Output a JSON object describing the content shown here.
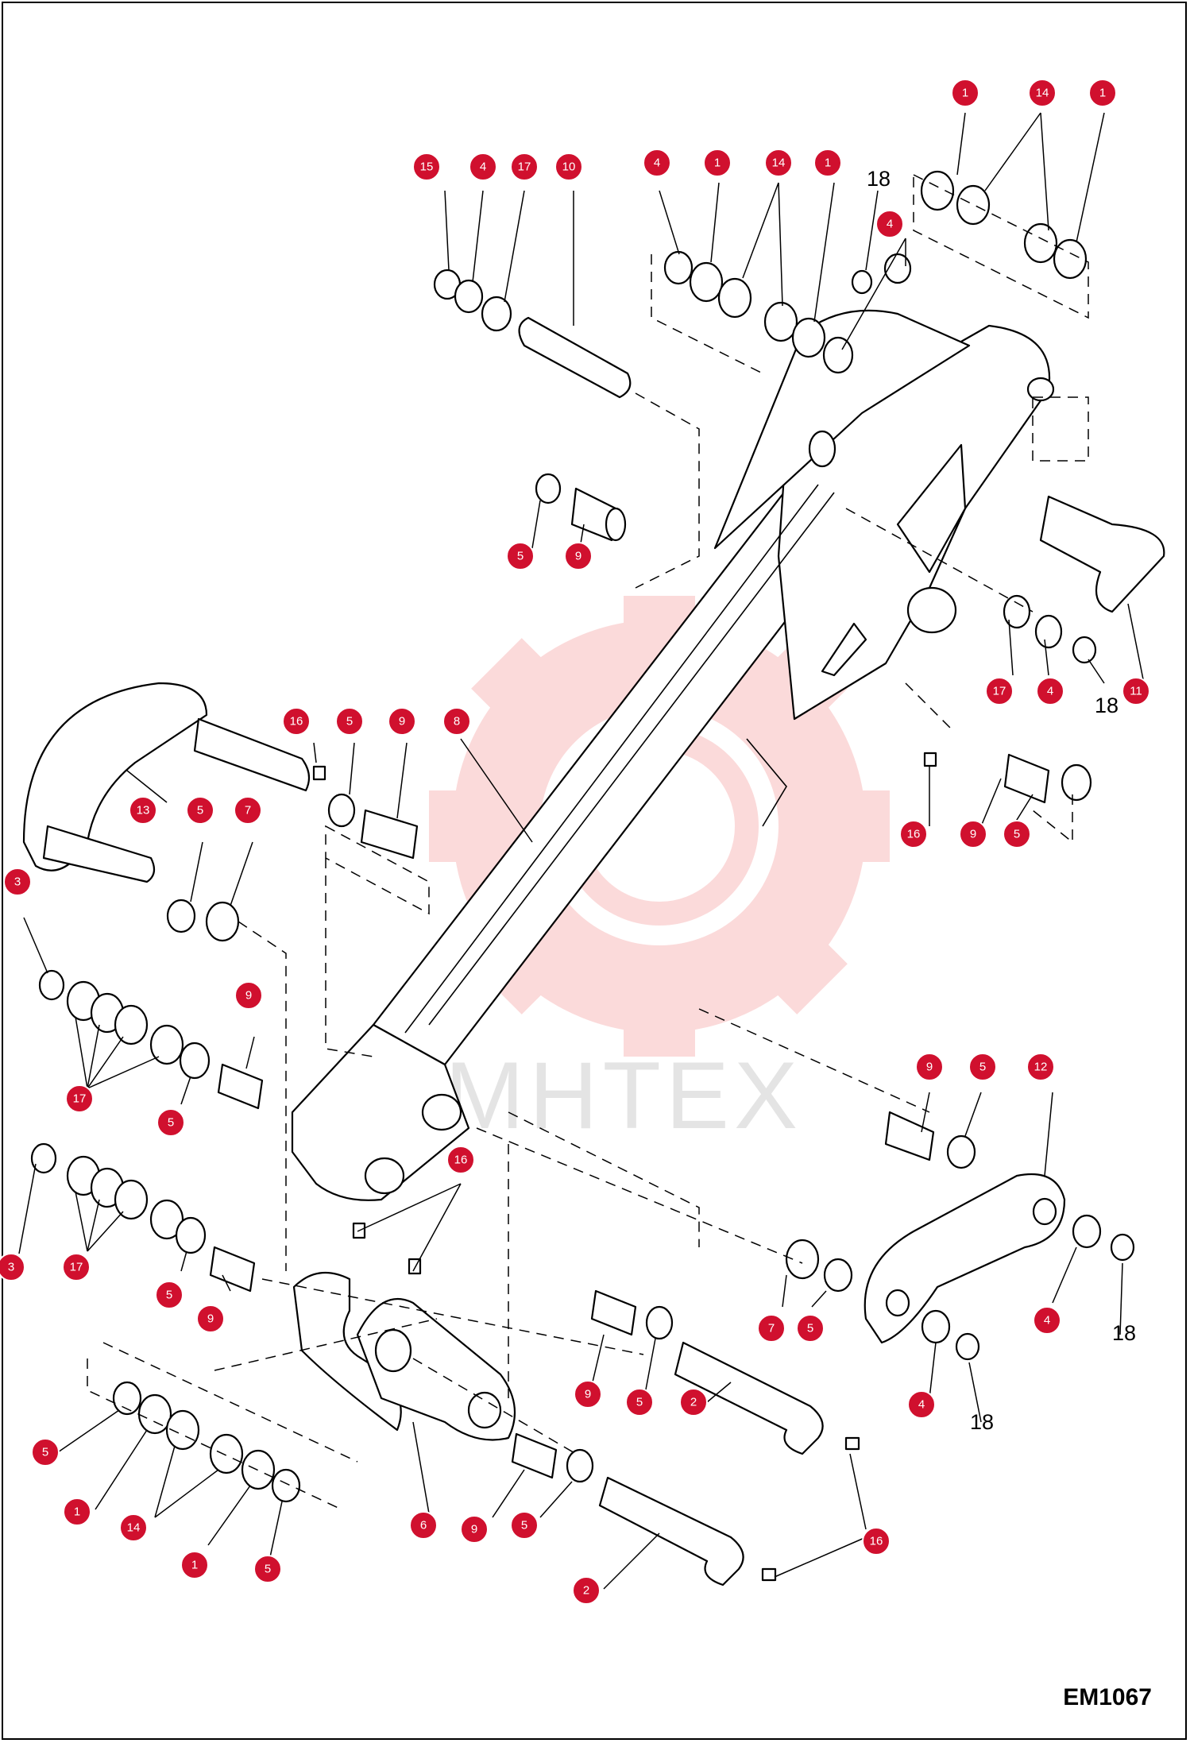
{
  "watermark": "MHTEX",
  "diagram_code": "EM1067",
  "callouts": [
    {
      "n": "1",
      "label": "1"
    },
    {
      "n": "14",
      "label": "14"
    },
    {
      "n": "1",
      "label": "1"
    },
    {
      "n": "15",
      "label": "15"
    },
    {
      "n": "4",
      "label": "4"
    },
    {
      "n": "17",
      "label": "17"
    },
    {
      "n": "10",
      "label": "10"
    },
    {
      "n": "4",
      "label": "4"
    },
    {
      "n": "1",
      "label": "1"
    },
    {
      "n": "14",
      "label": "14"
    },
    {
      "n": "1",
      "label": "1"
    },
    {
      "n": "4",
      "label": "4"
    },
    {
      "n": "5",
      "label": "5"
    },
    {
      "n": "9",
      "label": "9"
    },
    {
      "n": "17",
      "label": "17"
    },
    {
      "n": "4",
      "label": "4"
    },
    {
      "n": "11",
      "label": "11"
    },
    {
      "n": "16",
      "label": "16"
    },
    {
      "n": "5",
      "label": "5"
    },
    {
      "n": "9",
      "label": "9"
    },
    {
      "n": "8",
      "label": "8"
    },
    {
      "n": "13",
      "label": "13"
    },
    {
      "n": "5",
      "label": "5"
    },
    {
      "n": "7",
      "label": "7"
    },
    {
      "n": "16",
      "label": "16"
    },
    {
      "n": "9",
      "label": "9"
    },
    {
      "n": "5",
      "label": "5"
    },
    {
      "n": "3",
      "label": "3"
    },
    {
      "n": "9",
      "label": "9"
    },
    {
      "n": "17",
      "label": "17"
    },
    {
      "n": "5",
      "label": "5"
    },
    {
      "n": "9",
      "label": "9"
    },
    {
      "n": "5",
      "label": "5"
    },
    {
      "n": "12",
      "label": "12"
    },
    {
      "n": "16",
      "label": "16"
    },
    {
      "n": "3",
      "label": "3"
    },
    {
      "n": "17",
      "label": "17"
    },
    {
      "n": "5",
      "label": "5"
    },
    {
      "n": "9",
      "label": "9"
    },
    {
      "n": "7",
      "label": "7"
    },
    {
      "n": "5",
      "label": "5"
    },
    {
      "n": "4",
      "label": "4"
    },
    {
      "n": "9",
      "label": "9"
    },
    {
      "n": "5",
      "label": "5"
    },
    {
      "n": "2",
      "label": "2"
    },
    {
      "n": "4",
      "label": "4"
    },
    {
      "n": "5",
      "label": "5"
    },
    {
      "n": "1",
      "label": "1"
    },
    {
      "n": "14",
      "label": "14"
    },
    {
      "n": "1",
      "label": "1"
    },
    {
      "n": "5",
      "label": "5"
    },
    {
      "n": "6",
      "label": "6"
    },
    {
      "n": "9",
      "label": "9"
    },
    {
      "n": "5",
      "label": "5"
    },
    {
      "n": "16",
      "label": "16"
    },
    {
      "n": "2",
      "label": "2"
    }
  ],
  "plain_labels": [
    "18",
    "18",
    "18",
    "18"
  ]
}
